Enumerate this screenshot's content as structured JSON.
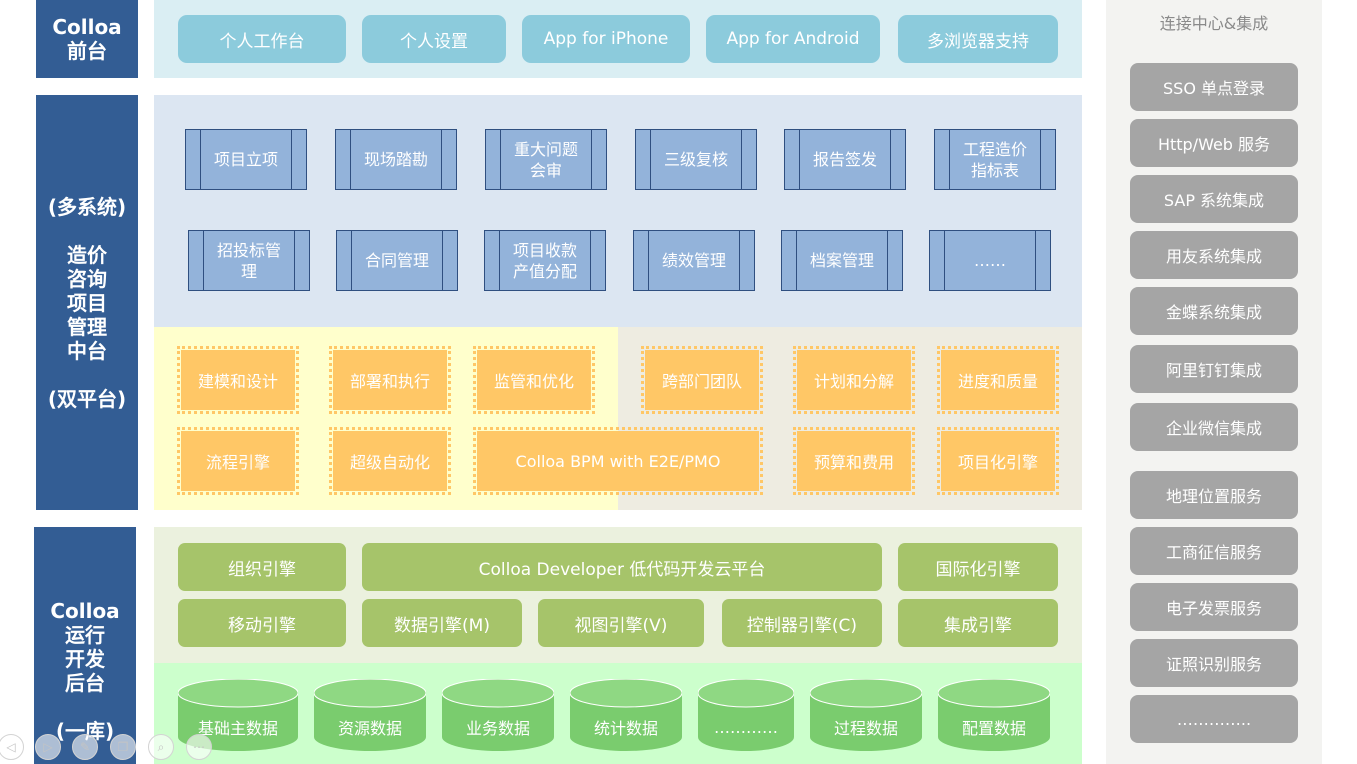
{
  "left_labels": {
    "front": [
      "Colloa",
      "前台"
    ],
    "middle_top": "(多系统)",
    "middle_main": [
      "造价",
      "咨询",
      "项目",
      "管理",
      "中台"
    ],
    "middle_bottom": "(双平台)",
    "back": [
      "Colloa",
      "运行",
      "开发",
      "后台"
    ],
    "back_bottom": "(一库)"
  },
  "front_buttons": [
    "个人工作台",
    "个人设置",
    "App for iPhone",
    "App for Android",
    "多浏览器支持"
  ],
  "process_row1": [
    "项目立项",
    "现场踏勘",
    "重大问题\n会审",
    "三级复核",
    "报告签发",
    "工程造价\n指标表"
  ],
  "process_row2": [
    "招投标管\n理",
    "合同管理",
    "项目收款\n产值分配",
    "绩效管理",
    "档案管理",
    "……"
  ],
  "platform_left": {
    "row1": [
      "建模和设计",
      "部署和执行",
      "监管和优化"
    ],
    "row2": [
      "流程引擎",
      "超级自动化"
    ],
    "bpm": "Colloa BPM with E2E/PMO"
  },
  "platform_right": {
    "row1": [
      "跨部门团队",
      "计划和分解",
      "进度和质量"
    ],
    "row2": [
      "预算和费用",
      "项目化引擎"
    ]
  },
  "engines_row1": [
    "组织引擎",
    "Colloa Developer 低代码开发云平台",
    "国际化引擎"
  ],
  "engines_row2": [
    "移动引擎",
    "数据引擎(M)",
    "视图引擎(V)",
    "控制器引擎(C)",
    "集成引擎"
  ],
  "databases": [
    "基础主数据",
    "资源数据",
    "业务数据",
    "统计数据",
    "…………",
    "过程数据",
    "配置数据"
  ],
  "integration": {
    "title": "连接中心&集成",
    "items": [
      "SSO 单点登录",
      "Http/Web 服务",
      "SAP 系统集成",
      "用友系统集成",
      "金蝶系统集成",
      "阿里钉钉集成",
      "企业微信集成",
      "地理位置服务",
      "工商征信服务",
      "电子发票服务",
      "证照识别服务",
      "………….."
    ]
  },
  "toolbar_icons": [
    "back-icon",
    "play-icon",
    "pen-icon",
    "copy-icon",
    "zoom-icon",
    "more-icon"
  ],
  "colors": {
    "side_label": "#335d94",
    "front_band": "#daeef3",
    "front_button": "#8ccbdc",
    "middle_band": "#dce6f2",
    "process_box": "#93b3da",
    "platform_left_band": "#ffffcc",
    "platform_right_band": "#eeece1",
    "stamp": "#ffc766",
    "engine_band": "#ebf1de",
    "engine_pill": "#a6c46a",
    "db_band": "#ccffcc",
    "cylinder": "#7acc6e",
    "integration_band": "#f3f3f1",
    "integration_pill": "#a5a5a5"
  }
}
